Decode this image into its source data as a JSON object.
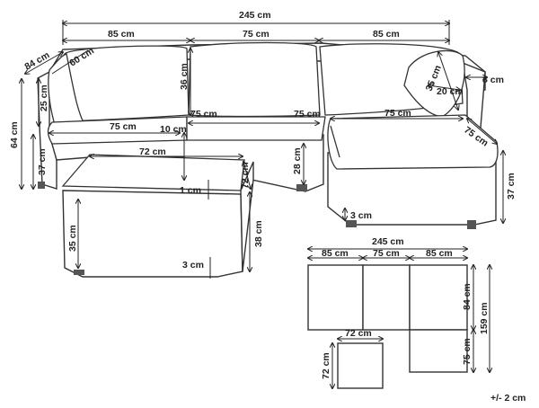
{
  "labels": {
    "total_width": "245 cm",
    "depth_left": "84 cm",
    "cushion_depth": "60 cm",
    "left_seat_width": "85 cm",
    "middle_seat_width": "75 cm",
    "right_seat_width": "85 cm",
    "back_height": "36 cm",
    "arm_height": "25 cm",
    "total_height": "64 cm",
    "base_height": "37 cm",
    "seat_front_left": "75 cm",
    "gap": "10 cm",
    "seat_front_middle_a": "75 cm",
    "seat_front_middle_b": "75 cm",
    "pillow_size": "35 cm",
    "pillow_thickness": "20 cm",
    "arm_width": "8 cm",
    "ottoman_top": "75 cm",
    "ottoman_side": "75 cm",
    "ottoman_height": "37 cm",
    "ottoman_leg": "3 cm",
    "table_width": "72 cm",
    "table_depth": "72 cm",
    "table_top": "1 cm",
    "table_height": "38 cm",
    "table_body": "35 cm",
    "table_leg": "3 cm",
    "seat_height": "28 cm",
    "plan_total": "245 cm",
    "plan_left": "85 cm",
    "plan_middle": "75 cm",
    "plan_right": "85 cm",
    "plan_depth": "84 cm",
    "plan_total_depth": "159 cm",
    "plan_ottoman": "75 cm",
    "plan_table_w": "72 cm",
    "plan_table_d": "72 cm",
    "tolerance": "+/- 2 cm"
  }
}
